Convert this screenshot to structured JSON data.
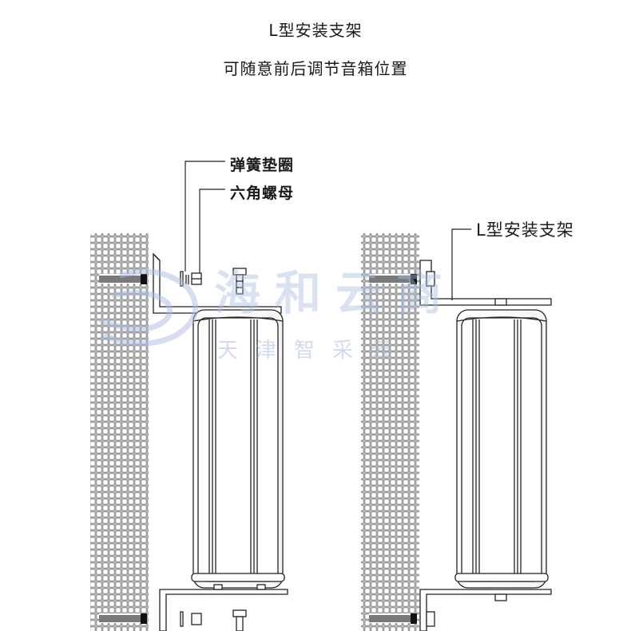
{
  "header": {
    "title": "L型安装支架",
    "subtitle": "可随意前后调节音箱位置"
  },
  "callouts": {
    "spring_washer": "弹簧垫圈",
    "hex_nut": "六角螺母",
    "l_bracket": "L型安装支架"
  },
  "watermark": {
    "brand": "海和云商",
    "tagline": "天津智采云"
  }
}
